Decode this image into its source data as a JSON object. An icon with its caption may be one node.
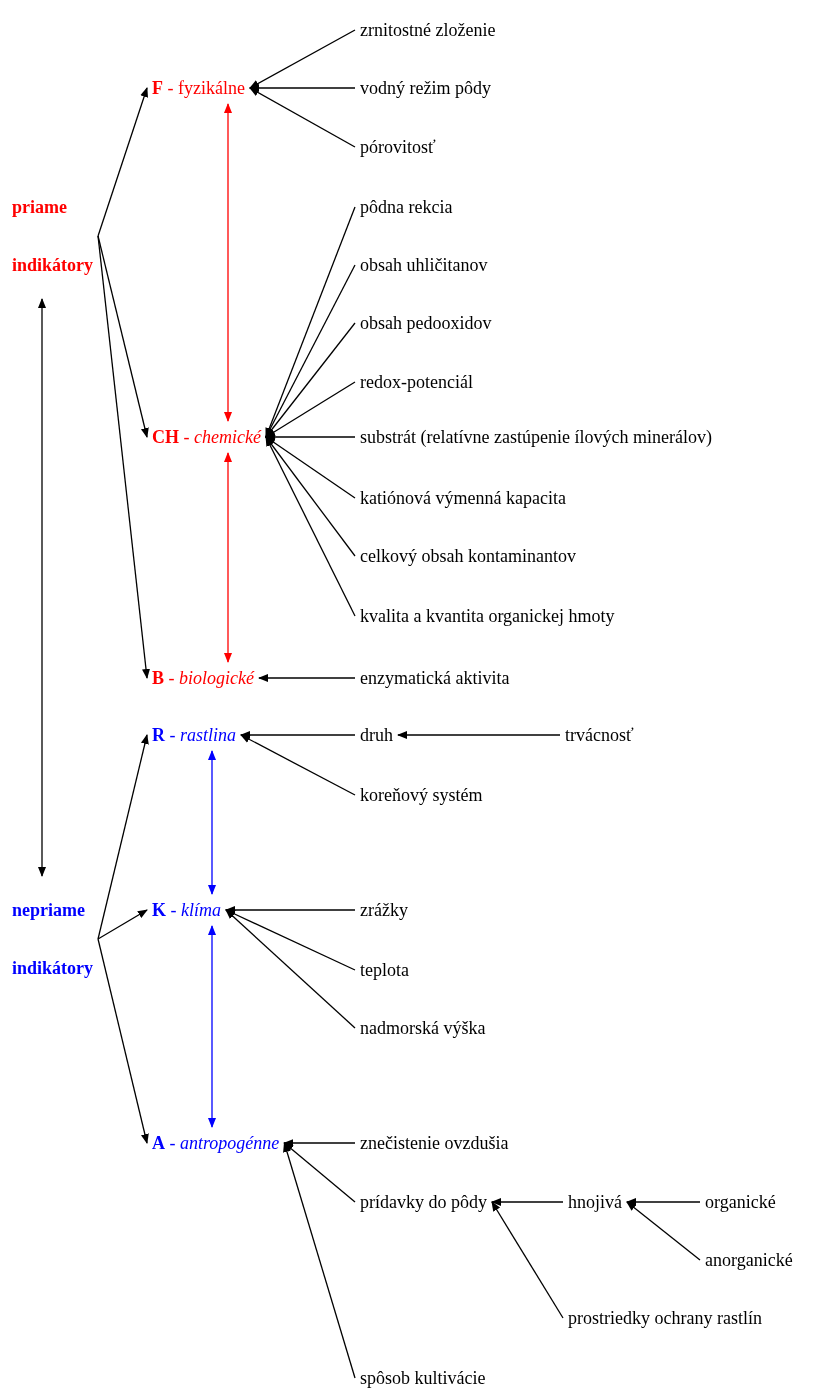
{
  "diagram": {
    "nodes": [
      {
        "text": [
          "priame indikátory"
        ]
      },
      {
        "text": [
          "**F** - fyzikálne"
        ]
      },
      {
        "text": [
          "zrnitostné zloženie"
        ]
      },
      {
        "text": [
          "vodný režim pôdy"
        ]
      },
      {
        "text": [
          "pórovitosť"
        ]
      },
      {
        "text": [
          "**CH** - *chemické*"
        ]
      },
      {
        "text": [
          "pôdna rekcia"
        ]
      },
      {
        "text": [
          "obsah uhličitanov"
        ]
      },
      {
        "text": [
          "obsah pedooxidov"
        ]
      },
      {
        "text": [
          "redox-potenciál"
        ]
      },
      {
        "text": [
          "substrát (relatívne zastúpenie ílových minerálov)"
        ]
      },
      {
        "text": [
          "katiónová výmenná kapacita"
        ]
      },
      {
        "text": [
          "celkový obsah kontaminantov"
        ]
      },
      {
        "text": [
          "kvalita a kvantita organickej hmoty"
        ]
      },
      {
        "text": [
          "**B** - *biologické*"
        ]
      },
      {
        "text": [
          "enzymatická aktivita"
        ]
      },
      {
        "text": [
          "**R** - *rastlina*"
        ]
      },
      {
        "text": [
          "druh"
        ]
      },
      {
        "text": [
          "trvácnosť"
        ]
      },
      {
        "text": [
          "koreňový systém"
        ]
      },
      {
        "text": [
          "nepriame indikátory"
        ]
      },
      {
        "text": [
          "**K** - *klíma*"
        ]
      },
      {
        "text": [
          "zrážky"
        ]
      },
      {
        "text": [
          "teplota"
        ]
      },
      {
        "text": [
          "nadmorská výška"
        ]
      },
      {
        "text": [
          "**A** - *antropogénne*"
        ]
      },
      {
        "text": [
          "znečistenie ovzdušia"
        ]
      },
      {
        "text": [
          "prídavky do pôdy"
        ]
      },
      {
        "text": [
          "hnojivá"
        ]
      },
      {
        "text": [
          "organické"
        ]
      },
      {
        "text": [
          "anorganické"
        ]
      },
      {
        "text": [
          "prostriedky ochrany rastlín"
        ]
      },
      {
        "text": [
          "spôsob kultivácie"
        ]
      }
    ],
    "edges": [
      {
        "from": 0,
        "to": 1,
        "arrow": "to"
      },
      {
        "from": 0,
        "to": 5,
        "arrow": "to"
      },
      {
        "from": 0,
        "to": 14,
        "arrow": "to"
      },
      {
        "from": 0,
        "to": 20,
        "arrow": "both"
      },
      {
        "from": 1,
        "to": 5,
        "arrow": "both",
        "color": "#ff0000"
      },
      {
        "from": 5,
        "to": 14,
        "arrow": "both",
        "color": "#ff0000"
      },
      {
        "from": 2,
        "to": 1,
        "arrow": "to"
      },
      {
        "from": 3,
        "to": 1,
        "arrow": "to"
      },
      {
        "from": 4,
        "to": 1,
        "arrow": "to"
      },
      {
        "from": 6,
        "to": 5,
        "arrow": "to"
      },
      {
        "from": 7,
        "to": 5,
        "arrow": "to"
      },
      {
        "from": 8,
        "to": 5,
        "arrow": "to"
      },
      {
        "from": 9,
        "to": 5,
        "arrow": "to"
      },
      {
        "from": 10,
        "to": 5,
        "arrow": "to"
      },
      {
        "from": 11,
        "to": 5,
        "arrow": "to"
      },
      {
        "from": 12,
        "to": 5,
        "arrow": "to"
      },
      {
        "from": 13,
        "to": 5,
        "arrow": "to"
      },
      {
        "from": 15,
        "to": 14,
        "arrow": "to"
      },
      {
        "from": 20,
        "to": 16,
        "arrow": "to"
      },
      {
        "from": 20,
        "to": 21,
        "arrow": "to"
      },
      {
        "from": 20,
        "to": 25,
        "arrow": "to"
      },
      {
        "from": 16,
        "to": 21,
        "arrow": "both",
        "color": "#0000ff"
      },
      {
        "from": 21,
        "to": 25,
        "arrow": "both",
        "color": "#0000ff"
      },
      {
        "from": 17,
        "to": 16,
        "arrow": "to"
      },
      {
        "from": 18,
        "to": 17,
        "arrow": "to"
      },
      {
        "from": 19,
        "to": 16,
        "arrow": "to"
      },
      {
        "from": 22,
        "to": 21,
        "arrow": "to"
      },
      {
        "from": 23,
        "to": 21,
        "arrow": "to"
      },
      {
        "from": 24,
        "to": 21,
        "arrow": "to"
      },
      {
        "from": 26,
        "to": 25,
        "arrow": "to"
      },
      {
        "from": 27,
        "to": 25,
        "arrow": "to"
      },
      {
        "from": 28,
        "to": 27,
        "arrow": "to"
      },
      {
        "from": 29,
        "to": 28,
        "arrow": "to"
      },
      {
        "from": 30,
        "to": 28,
        "arrow": "to"
      },
      {
        "from": 31,
        "to": 27,
        "arrow": "to"
      },
      {
        "from": 32,
        "to": 25,
        "arrow": "to"
      }
    ]
  }
}
